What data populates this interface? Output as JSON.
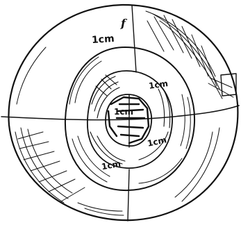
{
  "labels": {
    "top_outer": "1cm",
    "top_letter": "f",
    "right_inner": "1cm",
    "center": "1cm",
    "right_lower": "1cm",
    "bottom_left": "1cm"
  }
}
